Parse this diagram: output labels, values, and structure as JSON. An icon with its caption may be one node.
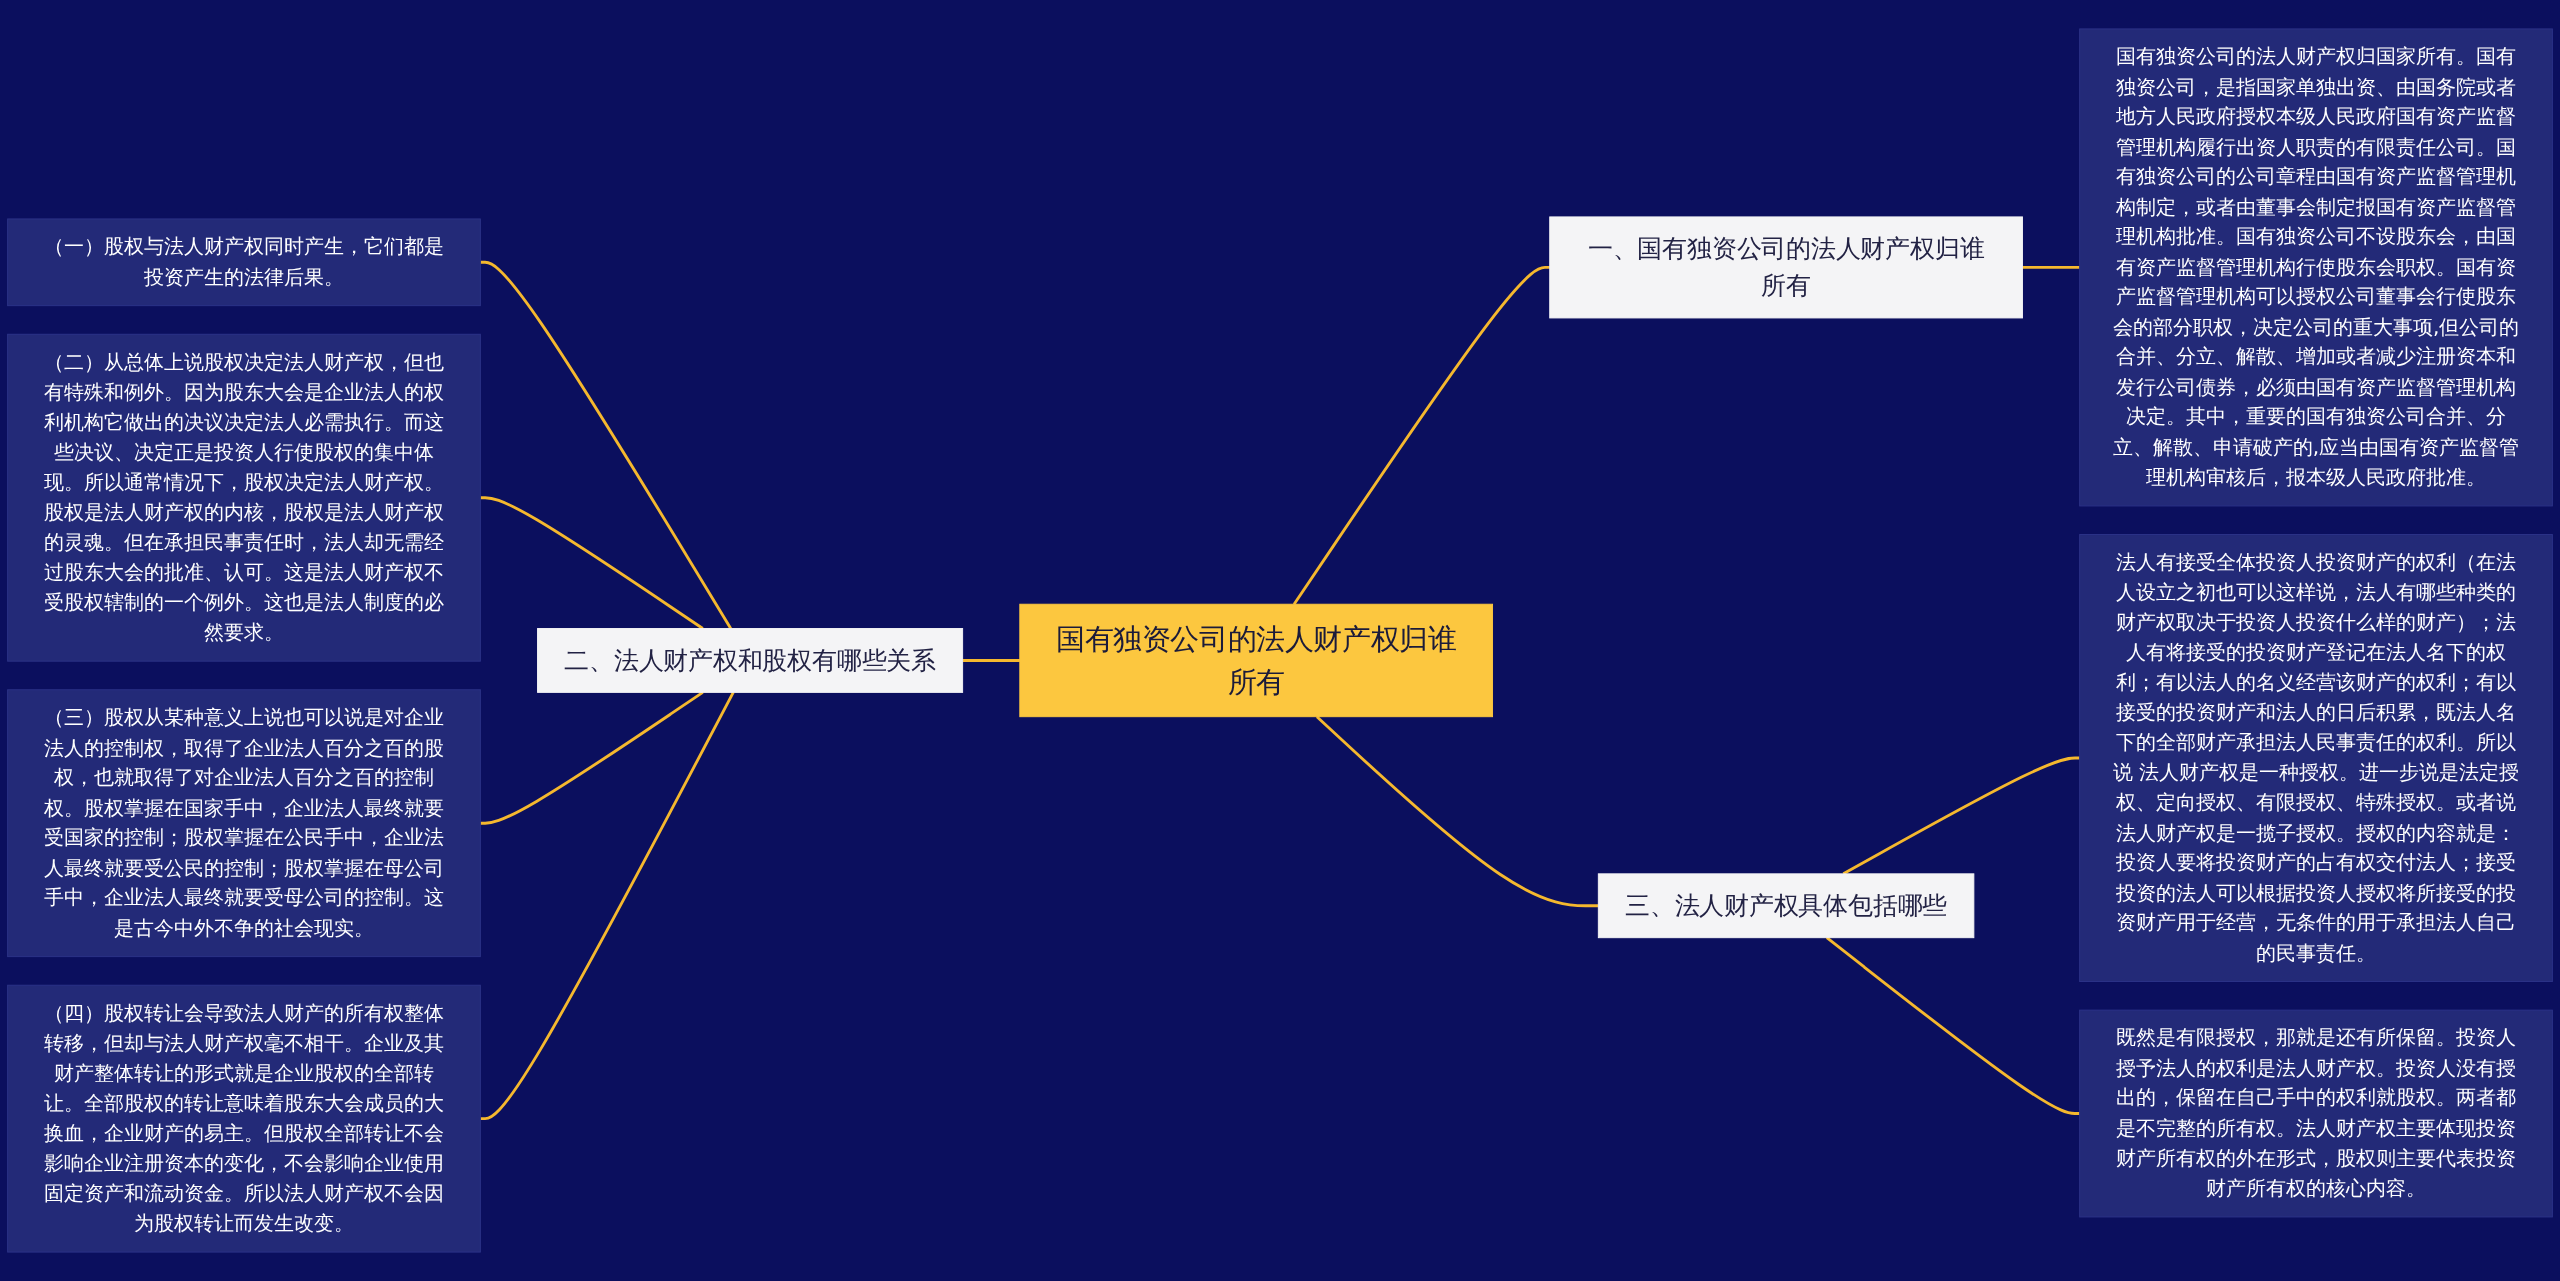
{
  "diagram": {
    "nodes": [
      {
        "text": [
          "国有独资公司的法人财产权归谁所有"
        ]
      },
      {
        "text": [
          "一、国有独资公司的法人财产权归谁所有"
        ]
      },
      {
        "text": [
          "国有独资公司的法人财产权归国家所有。国有独资公司，是指国家单独出资、由国务院或者地方人民政府授权本级人民政府国有资产监督管理机构履行出资人职责的有限责任公司。国有独资公司的公司章程由国有资产监督管理机构制定，或者由董事会制定报国有资产监督管理机构批准。国有独资公司不设股东会，由国有资产监督管理机构行使股东会职权。国有资产监督管理机构可以授权公司董事会行使股东会的部分职权，决定公司的重大事项,但公司的合并、分立、解散、增加或者减少注册资本和发行公司债券，必须由国有资产监督管理机构决定。其中，重要的国有独资公司合并、分立、解散、申请破产的,应当由国有资产监督管理机构审核后，报本级人民政府批准。"
        ]
      },
      {
        "text": [
          "二、法人财产权和股权有哪些关系"
        ]
      },
      {
        "text": [
          "（一）股权与法人财产权同时产生，它们都是投资产生的法律后果。"
        ]
      },
      {
        "text": [
          "（二）从总体上说股权决定法人财产权，但也有特殊和例外。因为股东大会是企业法人的权利机构它做出的决议决定法人必需执行。而这些决议、决定正是投资人行使股权的集中体现。所以通常情况下，股权决定法人财产权。股权是法人财产权的内核，股权是法人财产权的灵魂。但在承担民事责任时，法人却无需经过股东大会的批准、认可。这是法人财产权不受股权辖制的一个例外。这也是法人制度的必然要求。"
        ]
      },
      {
        "text": [
          "（三）股权从某种意义上说也可以说是对企业法人的控制权，取得了企业法人百分之百的股权，也就取得了对企业法人百分之百的控制权。股权掌握在国家手中，企业法人最终就要受国家的控制；股权掌握在公民手中，企业法人最终就要受公民的控制；股权掌握在母公司手中，企业法人最终就要受母公司的控制。这是古今中外不争的社会现实。"
        ]
      },
      {
        "text": [
          "（四）股权转让会导致法人财产的所有权整体转移，但却与法人财产权毫不相干。企业及其财产整体转让的形式就是企业股权的全部转让。全部股权的转让意味着股东大会成员的大换血，企业财产的易主。但股权全部转让不会影响企业注册资本的变化，不会影响企业使用固定资产和流动资金。所以法人财产权不会因为股权转让而发生改变。"
        ]
      },
      {
        "text": [
          "三、法人财产权具体包括哪些"
        ]
      },
      {
        "text": [
          "法人有接受全体投资人投资财产的权利（在法人设立之初也可以这样说，法人有哪些种类的财产权取决于投资人投资什么样的财产）；法人有将接受的投资财产登记在法人名下的权利；有以法人的名义经营该财产的权利；有以接受的投资财产和法人的日后积累，既法人名下的全部财产承担法人民事责任的权利。所以说 法人财产权是一种授权。进一步说是法定授权、定向授权、有限授权、特殊授权。或者说法人财产权是一揽子授权。授权的内容就是：投资人要将投资财产的占有权交付法人；接受投资的法人可以根据投资人授权将所接受的投资财产用于经营，无条件的用于承担法人自己的民事责任。"
        ]
      },
      {
        "text": [
          "既然是有限授权，那就是还有所保留。投资人授予法人的权利是法人财产权。投资人没有授出的，保留在自己手中的权利就股权。两者都是不完整的所有权。法人财产权主要体现投资财产所有权的外在形式，股权则主要代表投资财产所有权的核心内容。"
        ]
      }
    ],
    "edges": [
      {
        "from": 0,
        "to": 1,
        "arrow": "none"
      },
      {
        "from": 1,
        "to": 2,
        "arrow": "none"
      },
      {
        "from": 3,
        "to": 0,
        "arrow": "none"
      },
      {
        "from": 4,
        "to": 3,
        "arrow": "none"
      },
      {
        "from": 5,
        "to": 3,
        "arrow": "none"
      },
      {
        "from": 6,
        "to": 3,
        "arrow": "none"
      },
      {
        "from": 7,
        "to": 3,
        "arrow": "none"
      },
      {
        "from": 0,
        "to": 8,
        "arrow": "none"
      },
      {
        "from": 8,
        "to": 9,
        "arrow": "none"
      },
      {
        "from": 8,
        "to": 10,
        "arrow": "none"
      }
    ]
  }
}
